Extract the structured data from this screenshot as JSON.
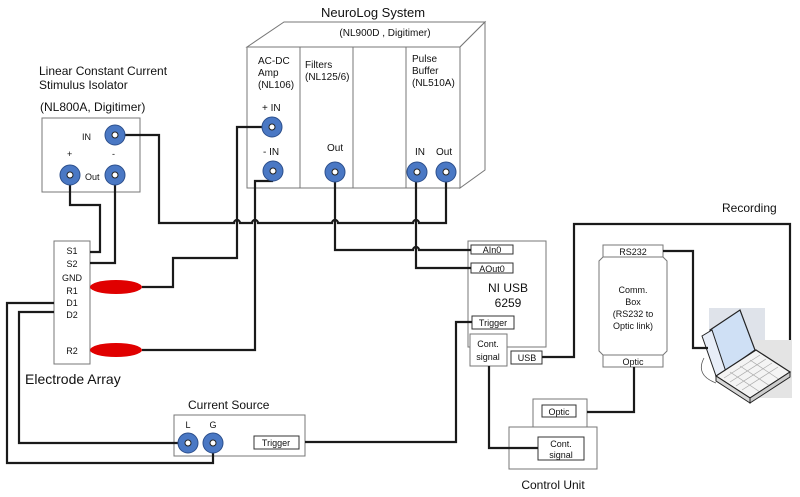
{
  "neurolog": {
    "title": "NeuroLog System",
    "subtitle": "(NL900D , Digitimer)",
    "modules": [
      {
        "name": "AC-DC Amp",
        "lines": [
          "AC-DC",
          "Amp",
          "(NL106)"
        ],
        "ports": [
          "+ IN",
          "- IN"
        ]
      },
      {
        "name": "Filters",
        "lines": [
          "Filters",
          "(NL125/6)"
        ],
        "ports": [
          "Out"
        ]
      },
      {
        "name": "Empty",
        "lines": [],
        "ports": []
      },
      {
        "name": "Pulse Buffer",
        "lines": [
          "Pulse",
          "Buffer",
          "(NL510A)"
        ],
        "ports": [
          "IN",
          "Out"
        ]
      }
    ]
  },
  "isolator": {
    "title_line1": "Linear Constant Current",
    "title_line2": "Stimulus Isolator",
    "model": "(NL800A, Digitimer)",
    "in_label": "IN",
    "plus_label": "+",
    "minus_label": "-",
    "out_label": "Out"
  },
  "electrode_array": {
    "title": "Electrode Array",
    "pins": [
      "S1",
      "S2",
      "GND",
      "R1",
      "D1",
      "D2",
      "R2"
    ],
    "electrode_color": "#e00000"
  },
  "current_source": {
    "title": "Current Source",
    "l_label": "L",
    "g_label": "G",
    "trigger_label": "Trigger"
  },
  "ni_usb": {
    "title_line1": "NI USB",
    "title_line2": "6259",
    "ain0": "AIn0",
    "aout0": "AOut0",
    "trigger": "Trigger",
    "cont_line1": "Cont.",
    "cont_line2": "signal",
    "usb": "USB"
  },
  "comm_box": {
    "rs232": "RS232",
    "lines": [
      "Comm.",
      "Box",
      "(RS232 to",
      "Optic link)"
    ],
    "optic": "Optic"
  },
  "control_unit": {
    "title": "Control Unit",
    "optic": "Optic",
    "cont_line1": "Cont.",
    "cont_line2": "signal"
  },
  "recording": {
    "label": "Recording"
  },
  "colors": {
    "jack_blue": "#4a78c4",
    "wire": "#1a1a1a",
    "electrode_red": "#e00000"
  }
}
